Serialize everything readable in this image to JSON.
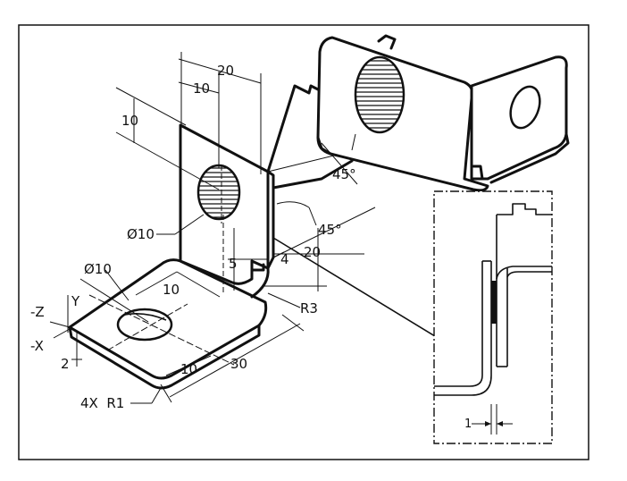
{
  "figure": {
    "labels": {
      "dim_20_top": "20",
      "dim_10_top": "10",
      "dim_10_left": "10",
      "dia_10_flange": "Ø10",
      "dia_10_base": "Ø10",
      "dim_10_base": "10",
      "dim_5": "5",
      "dim_4": "4",
      "dim_20_right": "20",
      "rad_r3": "R3",
      "angle_45_a": "45°",
      "angle_45_b": "45°",
      "dim_30": "30",
      "dim_10_bottom": "10",
      "rad_r1": "4X  R1",
      "dim_2": "2",
      "axis_y": "Y",
      "axis_neg_z": "-Z",
      "axis_neg_x": "-X",
      "detail_1": "1"
    }
  }
}
